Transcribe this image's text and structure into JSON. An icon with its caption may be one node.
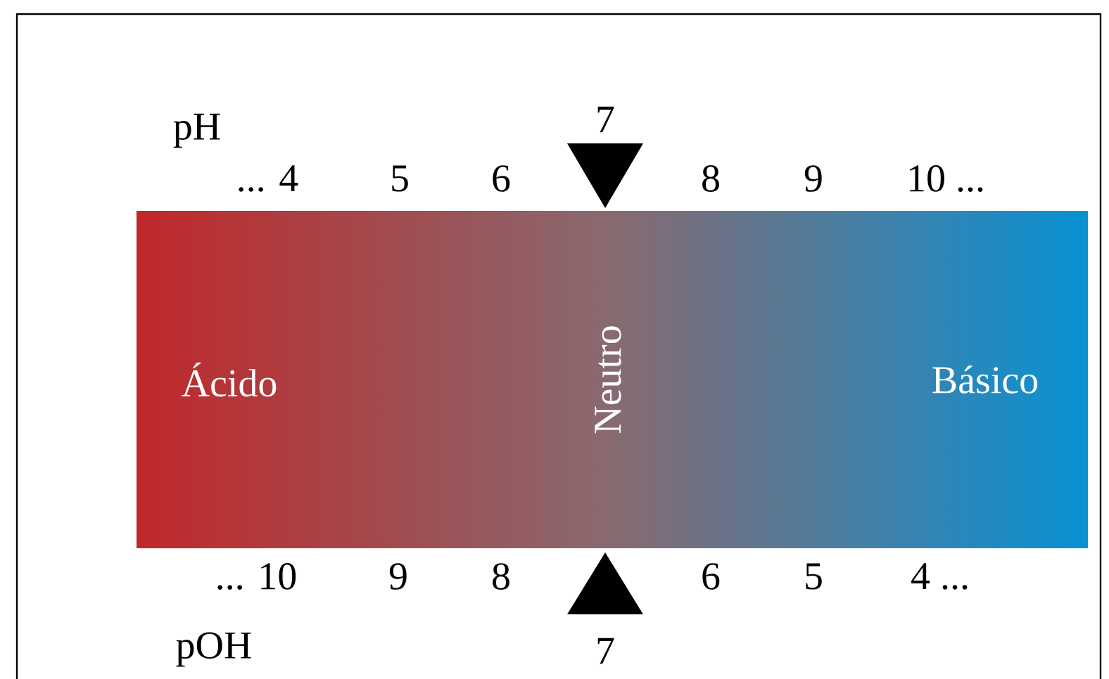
{
  "diagram": {
    "nodes": [
      {
        "text": [
          "Ácido",
          "Neutro",
          "Básico"
        ]
      }
    ],
    "labels": [
      "pH",
      "7",
      "... 4",
      "5",
      "6",
      "8",
      "9",
      "10 ...",
      "... 10",
      "9",
      "8",
      "6",
      "5",
      "4 ...",
      "pOH",
      "7"
    ]
  }
}
